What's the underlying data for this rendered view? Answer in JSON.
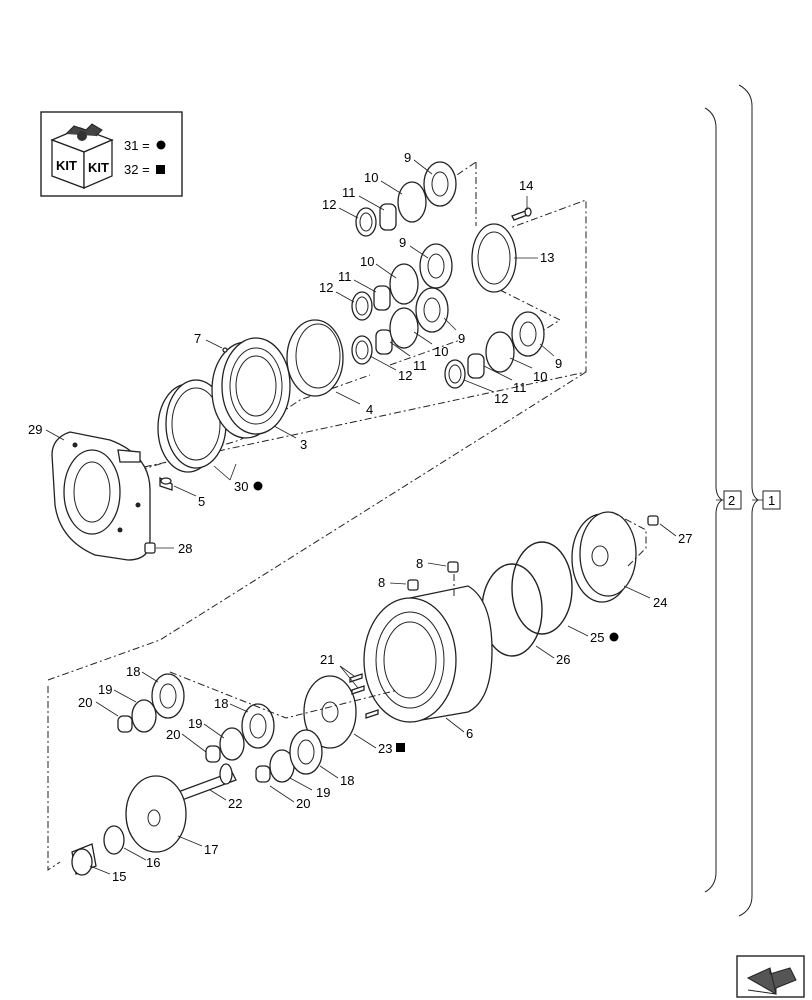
{
  "kit_legend": {
    "icon_text_left": "KIT",
    "icon_text_right": "KIT",
    "line1": "31 =",
    "line1_symbol": "circle",
    "line2": "32 =",
    "line2_symbol": "square"
  },
  "group_refs": [
    "2",
    "1"
  ],
  "callouts": {
    "c9a": "9",
    "c10a": "10",
    "c11a": "11",
    "c12a": "12",
    "c14": "14",
    "c13": "13",
    "c9b": "9",
    "c10b": "10",
    "c11b": "11",
    "c12b": "12",
    "c9c": "9",
    "c10c": "10",
    "c11c": "11",
    "c12c": "12",
    "c9d": "9",
    "c10d": "10",
    "c11d": "11",
    "c12d": "12",
    "c7": "7",
    "c4": "4",
    "c3": "3",
    "c29": "29",
    "c5": "5",
    "c30": "30",
    "c28": "28",
    "c27": "27",
    "c24": "24",
    "c8a": "8",
    "c8b": "8",
    "c25": "25",
    "c26": "26",
    "c21": "21",
    "c6": "6",
    "c23": "23",
    "c18a": "18",
    "c19a": "19",
    "c20a": "20",
    "c18b": "18",
    "c19b": "19",
    "c20b": "20",
    "c18c": "18",
    "c19c": "19",
    "c20c": "20",
    "c22": "22",
    "c17": "17",
    "c16": "16",
    "c15": "15"
  },
  "nav_icon": "return-arrow-icon"
}
